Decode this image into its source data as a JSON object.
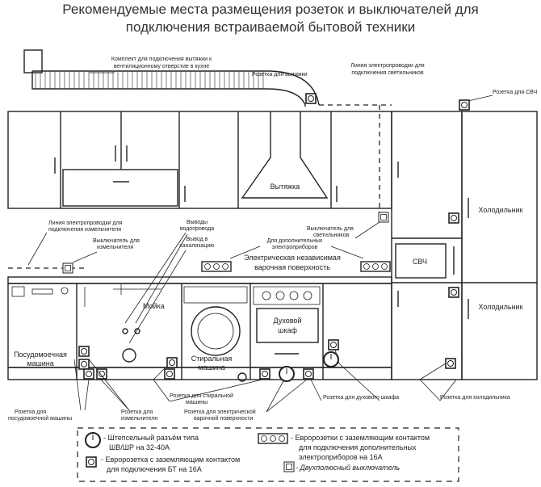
{
  "title": {
    "line1": "Рекомендуемые места размещения розеток и выключателей для",
    "line2": "подключения встраиваемой бытовой техники"
  },
  "labels": {
    "duct_kit_1": "Комплект для подключения вытяжки к",
    "duct_kit_2": "вентиляционному отверстие в кухне",
    "hood_socket": "Розетка для вытяжки",
    "light_line_1": "Линия электропроводки для",
    "light_line_2": "подключения светильников",
    "mw_socket": "Розетка для СВЧ",
    "hood": "Вытяжка",
    "fridge_top": "Холодильник",
    "fridge_bottom": "Холодильник",
    "light_switch_1": "Выключатель для",
    "light_switch_2": "светильников",
    "grinder_line_1": "Линия электропроводки для",
    "grinder_line_2": "подключения измельчителя",
    "grinder_switch_1": "Выключатель для",
    "grinder_switch_2": "измельчителя",
    "water_1": "Выводы",
    "water_2": "водопровода",
    "sewer_1": "Вывод в",
    "sewer_2": "канализацию",
    "extra_1": "Для дополнительных",
    "extra_2": "электроприборов",
    "hob_1": "Электрическая независимая",
    "hob_2": "варочная поверхность",
    "microwave": "СВЧ",
    "sink": "Мойка",
    "oven_1": "Духовой",
    "oven_2": "шкаф",
    "dishwasher_1": "Посудомоечная",
    "dishwasher_2": "машина",
    "washer_1": "Стиральная",
    "washer_2": "машина",
    "washer_socket_1": "Розетка для стиральной",
    "washer_socket_2": "машины",
    "oven_socket": "Розетка для духового шкафа",
    "fridge_socket": "Розетка для холодильника",
    "dw_socket_1": "Розетка для",
    "dw_socket_2": "посудомоечной машины",
    "grinder_socket_1": "Розетка для",
    "grinder_socket_2": "измельчителя",
    "hob_socket_1": "Розетка для электрической",
    "hob_socket_2": "варочной поверхности"
  },
  "legend": {
    "plug_1": "- Штепсельный разъём типа",
    "plug_2": "ШВ/ШР на 32-40А",
    "euro_1": "- Евророзетка с заземляющим контактом",
    "euro_2": "для подключения БТ на 16А",
    "triple_1": "- Евророзетки с заземляющим контактом",
    "triple_2": "для подключения дополнительных",
    "triple_3": "электроприборов на 16А",
    "switch": "- Двухполюсный выключатель"
  }
}
